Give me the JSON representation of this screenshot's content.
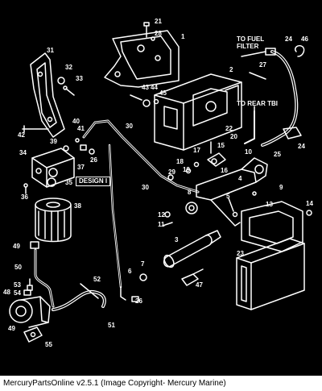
{
  "footer": {
    "caption": "MercuryPartsOnline v2.5.1 (Image Copyright- Mercury Marine)"
  },
  "notes": {
    "fuel_filter_line1": "TO FUEL",
    "fuel_filter_line2": "FILTER",
    "rear_tbi": "TO REAR TBI",
    "design": "DESIGN I"
  },
  "callouts": {
    "c1": "1",
    "c2": "2",
    "c3": "3",
    "c4": "4",
    "c5": "5",
    "c6": "6",
    "c7": "7",
    "c8": "8",
    "c9": "9",
    "c10": "10",
    "c11": "11",
    "c12": "12",
    "c13": "13",
    "c14": "14",
    "c15": "15",
    "c16": "16",
    "c17": "17",
    "c18": "18",
    "c19": "19",
    "c20": "20",
    "c21": "21",
    "c22": "22",
    "c23": "23",
    "c24a": "24",
    "c24b": "24",
    "c25": "25",
    "c26a": "26",
    "c26b": "26",
    "c27": "27",
    "c28": "28",
    "c29": "29",
    "c30a": "30",
    "c30b": "30",
    "c31": "31",
    "c32": "32",
    "c33": "33",
    "c34": "34",
    "c35": "35",
    "c36": "36",
    "c37": "37",
    "c38": "38",
    "c39": "39",
    "c40": "40",
    "c41": "41",
    "c42": "42",
    "c43": "43",
    "c44": "44",
    "c45": "45",
    "c46": "46",
    "c47": "47",
    "c48": "48",
    "c49a": "49",
    "c49b": "49",
    "c50": "50",
    "c51": "51",
    "c52": "52",
    "c53": "53",
    "c54": "54",
    "c55": "55"
  }
}
